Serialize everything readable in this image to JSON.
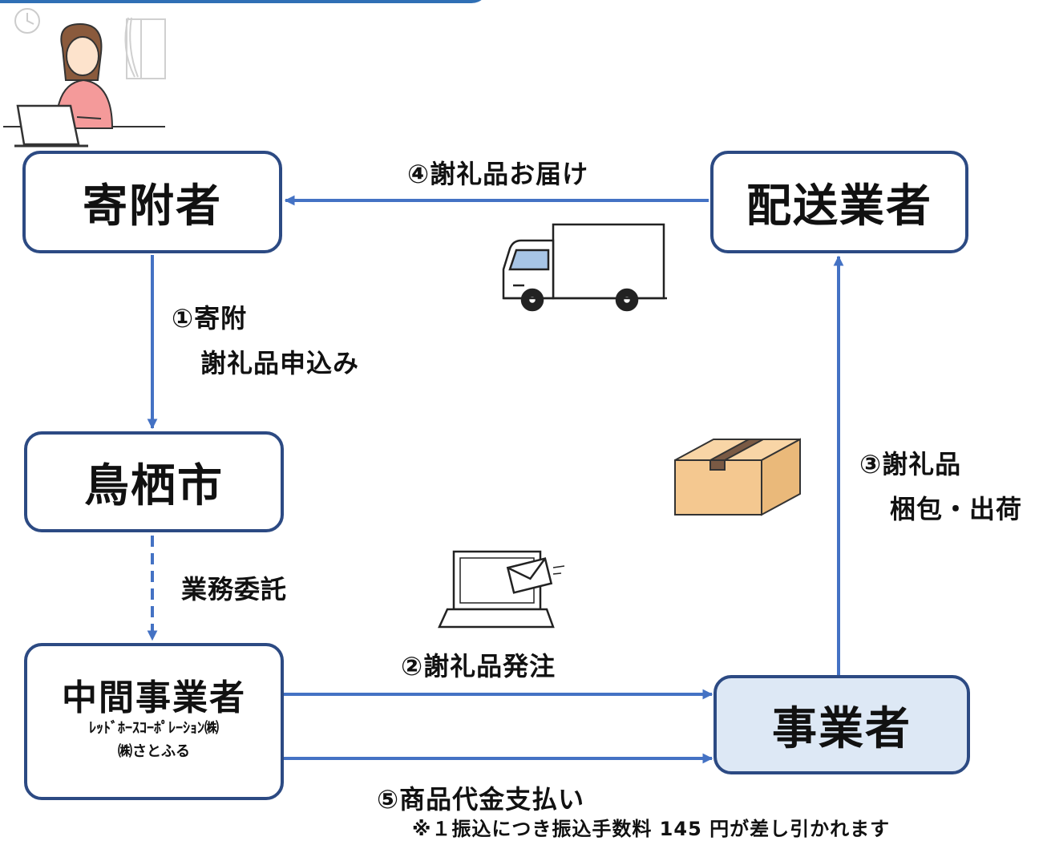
{
  "nodes": {
    "donor": "寄附者",
    "city": "鳥栖市",
    "intermediary": "中間事業者",
    "intermediary_sub1": "ﾚｯﾄﾞﾎｰｽｺｰﾎﾟﾚｰｼｮﾝ㈱",
    "intermediary_sub2": "㈱さとふる",
    "delivery": "配送業者",
    "business": "事業者"
  },
  "steps": {
    "step1_line1": "①寄附",
    "step1_line2": "謝礼品申込み",
    "delegation": "業務委託",
    "step2": "②謝礼品発注",
    "step3_line1": "③謝礼品",
    "step3_line2": "梱包・出荷",
    "step4": "④謝礼品お届け",
    "step5": "⑤商品代金支払い"
  },
  "note": "※１振込につき振込手数料 145 円が差し引かれます",
  "colors": {
    "arrow": "#4472c4",
    "box_border": "#2c4a83",
    "business_fill": "#dde8f5",
    "header_bar": "#2f6fb5"
  },
  "icons": {
    "person": "person-at-laptop-icon",
    "truck": "delivery-truck-icon",
    "box": "cardboard-box-icon",
    "laptop": "laptop-mail-icon"
  }
}
